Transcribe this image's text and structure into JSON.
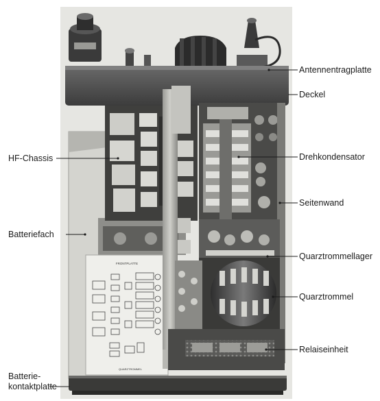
{
  "labels_right": [
    {
      "text": "Antennentragplatte"
    },
    {
      "text": "Deckel"
    },
    {
      "text": "Drehkondensator"
    },
    {
      "text": "Seitenwand"
    },
    {
      "text": "Quarztrommellager"
    },
    {
      "text": "Quarztrommel"
    },
    {
      "text": "Relaiseinheit"
    }
  ],
  "labels_left": [
    {
      "text": "HF-Chassis"
    },
    {
      "text": "Batteriefach"
    },
    {
      "text": "Batterie-"
    },
    {
      "text": "kontaktplatte"
    }
  ],
  "panel_texts": {
    "frontplate": "FRONTPLATTE",
    "quarztrommel_small": "QUARZTROMMEL"
  },
  "colors": {
    "photo_bg": "#e6e6e2",
    "housing_dark": "#4a4a4a",
    "metal_light": "#d8d8d4",
    "label_text": "#1a1a1a"
  }
}
